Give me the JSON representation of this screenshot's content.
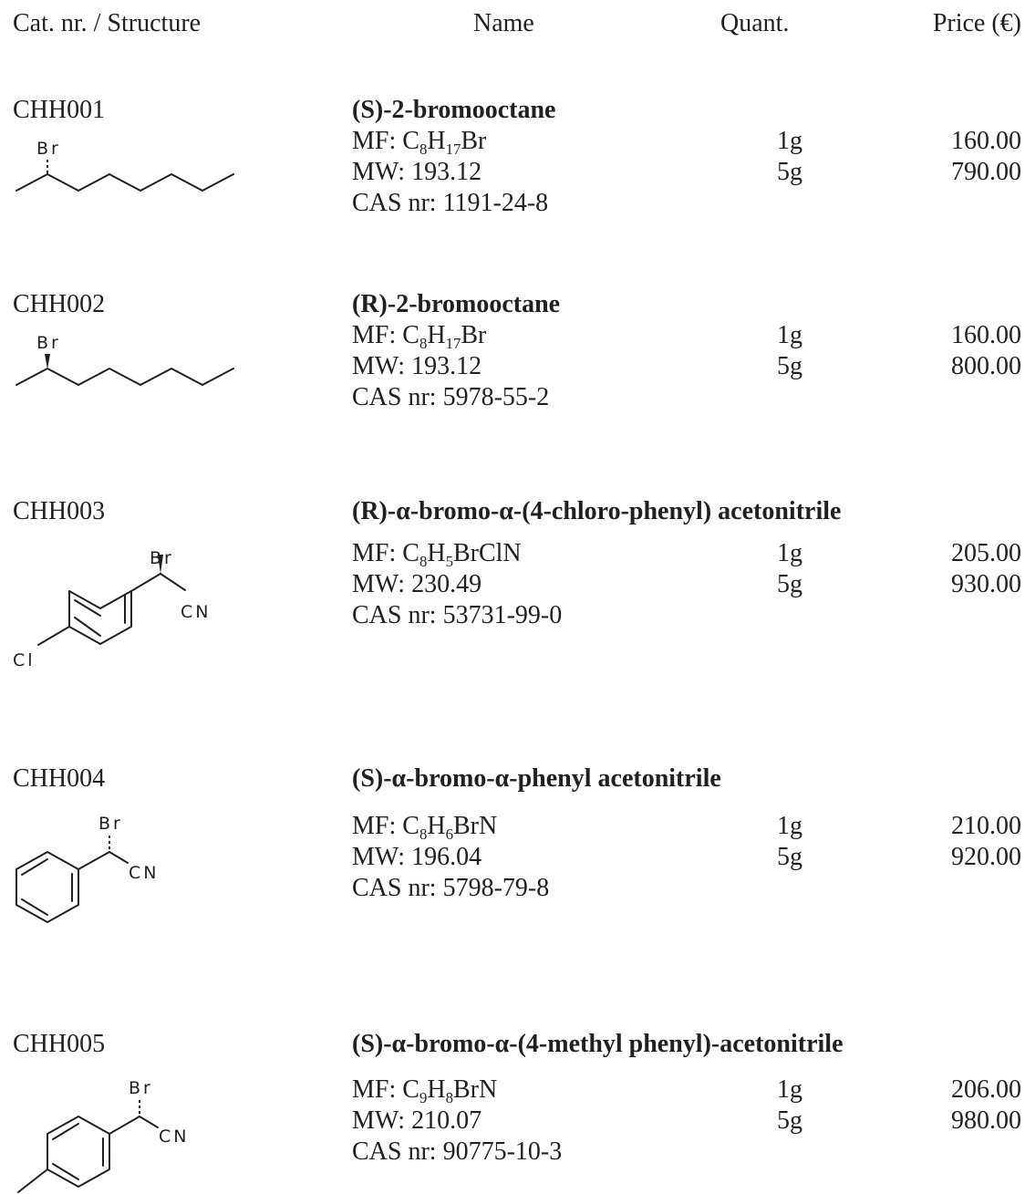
{
  "header": {
    "cat": "Cat. nr. / Structure",
    "name": "Name",
    "quant": "Quant.",
    "price": "Price (€)"
  },
  "products": [
    {
      "cat": "CHH001",
      "name": "(S)-2-bromooctane",
      "mf_label": "MF: ",
      "mf_parts": [
        [
          "C",
          ""
        ],
        [
          "8",
          "sub"
        ],
        [
          "H",
          ""
        ],
        [
          "17",
          "sub"
        ],
        [
          "Br",
          ""
        ]
      ],
      "mw": "MW: 193.12",
      "cas": "CAS nr: 1191-24-8",
      "rows": [
        {
          "q": "1g",
          "p": "160.00"
        },
        {
          "q": "5g",
          "p": "790.00"
        }
      ],
      "atoms": [
        "Br"
      ]
    },
    {
      "cat": "CHH002",
      "name": "(R)-2-bromooctane",
      "mf_label": "MF: ",
      "mf_parts": [
        [
          "C",
          ""
        ],
        [
          "8",
          "sub"
        ],
        [
          "H",
          ""
        ],
        [
          "17",
          "sub"
        ],
        [
          "Br",
          ""
        ]
      ],
      "mw": "MW: 193.12",
      "cas": "CAS nr: 5978-55-2",
      "rows": [
        {
          "q": "1g",
          "p": "160.00"
        },
        {
          "q": "5g",
          "p": "800.00"
        }
      ],
      "atoms": [
        "Br"
      ]
    },
    {
      "cat": "CHH003",
      "name": "(R)-α-bromo-α-(4-chloro-phenyl) acetonitrile",
      "mf_label": "MF: ",
      "mf_parts": [
        [
          "C",
          ""
        ],
        [
          "8",
          "sub"
        ],
        [
          "H",
          ""
        ],
        [
          "5",
          "sub"
        ],
        [
          "BrClN",
          ""
        ]
      ],
      "mw": "MW: 230.49",
      "cas": "CAS nr: 53731-99-0",
      "rows": [
        {
          "q": "1g",
          "p": "205.00"
        },
        {
          "q": "5g",
          "p": "930.00"
        }
      ],
      "atoms": [
        "Br",
        "CN",
        "Cl"
      ]
    },
    {
      "cat": "CHH004",
      "name": "(S)-α-bromo-α-phenyl acetonitrile",
      "mf_label": "MF: ",
      "mf_parts": [
        [
          "C",
          ""
        ],
        [
          "8",
          "sub"
        ],
        [
          "H",
          ""
        ],
        [
          "6",
          "sub"
        ],
        [
          "BrN",
          ""
        ]
      ],
      "mw": "MW: 196.04",
      "cas": "CAS nr: 5798-79-8",
      "rows": [
        {
          "q": "1g",
          "p": "210.00"
        },
        {
          "q": "5g",
          "p": "920.00"
        }
      ],
      "atoms": [
        "Br",
        "CN"
      ]
    },
    {
      "cat": "CHH005",
      "name": "(S)-α-bromo-α-(4-methyl phenyl)-acetonitrile",
      "mf_label": "MF: ",
      "mf_parts": [
        [
          "C",
          ""
        ],
        [
          "9",
          "sub"
        ],
        [
          "H",
          ""
        ],
        [
          "8",
          "sub"
        ],
        [
          "BrN",
          ""
        ]
      ],
      "mw": "MW: 210.07",
      "cas": "CAS nr: 90775-10-3",
      "rows": [
        {
          "q": "1g",
          "p": "206.00"
        },
        {
          "q": "5g",
          "p": "980.00"
        }
      ],
      "atoms": [
        "Br",
        "CN"
      ]
    }
  ]
}
